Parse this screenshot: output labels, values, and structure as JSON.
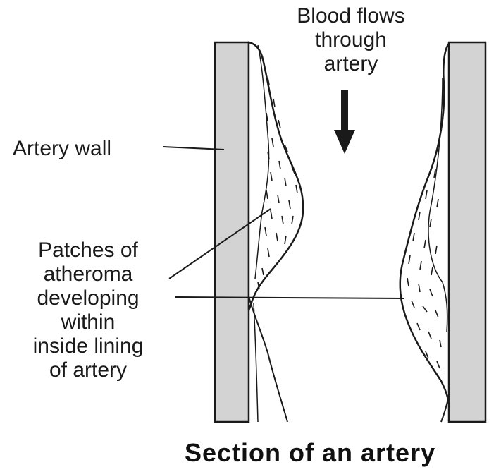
{
  "flow_label": {
    "lines": [
      "Blood flows",
      "through",
      "artery"
    ]
  },
  "wall_label": {
    "text": "Artery wall"
  },
  "atheroma_label": {
    "lines": [
      "Patches of",
      "atheroma",
      "developing",
      "within",
      "inside lining",
      "of artery"
    ]
  },
  "caption": {
    "text": "Section of an artery"
  },
  "colors": {
    "wall_fill": "#d3d3d3",
    "outline": "#1a1a1a",
    "plaque_fill": "#ffffff",
    "background": "#ffffff"
  },
  "icons": {
    "flow_arrow": "down-arrow-icon"
  }
}
